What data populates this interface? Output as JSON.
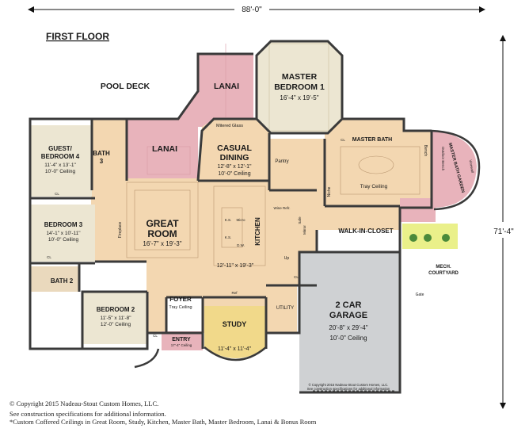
{
  "plan": {
    "title": "FIRST FLOOR",
    "width_dim": "88'-0\"",
    "depth_dim": "71'-4\"",
    "colors": {
      "wall": "#3a3a3a",
      "floor": "#f3d7b1",
      "lanai": "#e8b3bb",
      "study": "#f1d98a",
      "bedroom": "#ece6d2",
      "garage": "#cfd1d3",
      "courtyard": "#eaf08a",
      "tile": "#ead9bd"
    },
    "pool_deck": "POOL DECK",
    "rooms": {
      "master_bedroom": {
        "name1": "MASTER",
        "name2": "BEDROOM 1",
        "dim": "16'-4\" x 19'-5\""
      },
      "lanai_top": {
        "name": "LANAI"
      },
      "lanai_left": {
        "name": "LANAI"
      },
      "guest": {
        "name1": "GUEST/",
        "name2": "BEDROOM 4",
        "dim": "11'-4\" x 13'-1\"",
        "ceiling": "10'-0\" Ceiling"
      },
      "bath3": {
        "name1": "BATH",
        "name2": "3"
      },
      "casual_dining": {
        "name1": "CASUAL",
        "name2": "DINING",
        "dim": "12'-8\" x 12'-1\"",
        "ceiling": "10'-0\" Ceiling"
      },
      "mitered_glass": "Mitered Glass",
      "pantry": "Pantry",
      "master_bath": "MASTER BATH",
      "tray_ceiling_mb": "Tray Ceiling",
      "niche": "Niche",
      "master_garden": "MASTER BATH GARDEN",
      "outdoor_bench": "Outdoor Bench",
      "vinewall": "Vinewall",
      "bench": "Bench",
      "bedroom3": {
        "name": "BEDROOM 3",
        "dim": "14'-1\" x 10'-11\"",
        "ceiling": "10'-0\" Ceiling"
      },
      "great_room": {
        "name1": "GREAT",
        "name2": "ROOM",
        "dim": "16'-7\" x 19'-3\""
      },
      "fireplace": "Fireplace",
      "kitchen": {
        "name": "KITCHEN",
        "dim": "12'-11\" x 19'-3\""
      },
      "kitchen_labels": {
        "ks": "K.S.",
        "micro": "Micro",
        "dw": "D.W.",
        "wine": "Wine Refr.",
        "ref": "Ref",
        "up": "Up"
      },
      "walk_in_closet": "WALK-IN-CLOSET",
      "safe": "Safe",
      "mirror": "Mirror",
      "mech_courtyard": {
        "name1": "MECH.",
        "name2": "COURTYARD"
      },
      "gate": "Gate",
      "bath2": "BATH 2",
      "bedroom2": {
        "name": "BEDROOM 2",
        "dim": "11'-5\" x 11'-8\"",
        "ceiling": "12'-0\" Ceiling"
      },
      "foyer": {
        "name": "FOYER",
        "ceiling": "Tray Ceiling"
      },
      "entry": {
        "name": "ENTRY",
        "ceiling": "17'-4\" Ceiling"
      },
      "study": {
        "name": "STUDY",
        "dim": "11'-4\" x 11'-4\""
      },
      "utility": "UTILITY",
      "garage": {
        "name1": "2 CAR",
        "name2": "GARAGE",
        "dim": "20'-8\" x 29'-4\"",
        "ceiling": "10'-0\" Ceiling"
      },
      "cl": "CL"
    },
    "garage_copyright": "© Copyright 2015 Nadeau-Stout Custom Homes, LLC.",
    "garage_spec": "See construction specifications for additional information"
  },
  "footer": {
    "line1": "© Copyright 2015 Nadeau-Stout Custom Homes, LLC.",
    "line2": "See construction specifications for additional information.",
    "line3": "*Custom Coffered Ceilings in Great Room, Study, Kitchen, Master Bath, Master Bedroom, Lanai & Bonus Room"
  }
}
